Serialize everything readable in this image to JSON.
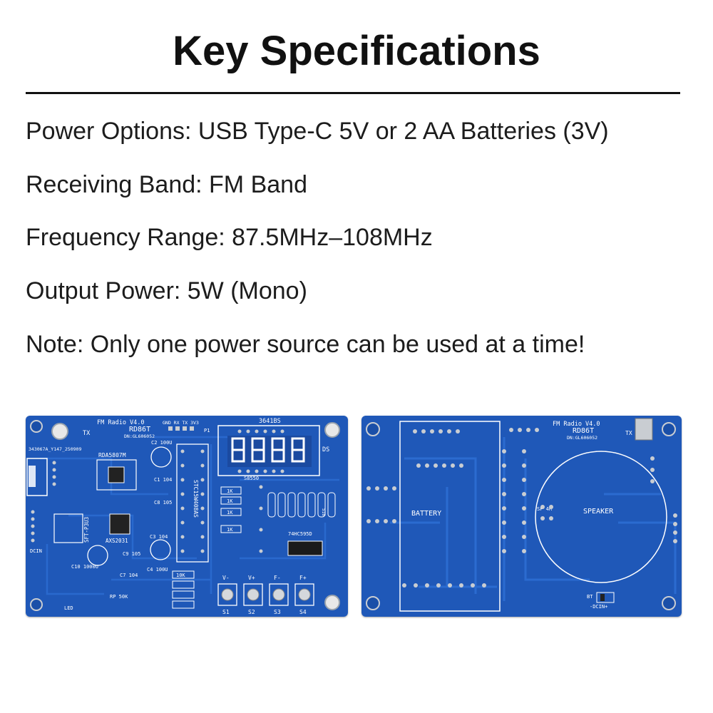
{
  "title": "Key Specifications",
  "specs": [
    "Power Options: USB Type-C 5V or 2 AA Batteries (3V)",
    "Receiving Band: FM Band",
    "Frequency Range: 87.5MHz–108MHz",
    "Output Power: 5W (Mono)",
    "Note: Only one power source can be used at a time!"
  ],
  "colors": {
    "pcb": "#1f58b8",
    "trace": "#2a69cc",
    "silk": "#ffffff",
    "pad": "#c9cdd2"
  },
  "front_board": {
    "title": "FM Radio V4.0",
    "model": "RD86T",
    "code": "DN:GL606052",
    "tx": "TX",
    "header_label": "GND RX TX 3V3",
    "header_ref": "P1",
    "serial": "343067A_Y147_250909",
    "display_part": "3641BS",
    "display_ref": "DS",
    "chip_radio": "RDA5807M",
    "chip_mcu": "STC15W408AS",
    "chip_amp": "AXS2031",
    "chip_reg": "SFT-P3U3",
    "chip_shift": "74HC595D",
    "transistor": "S8550",
    "resistor_1k": "1K",
    "resistor_10k": "10K",
    "resistor_510": "510",
    "cap_c2": "C2 100U",
    "cap_c1": "C1 104",
    "cap_c8": "C8 105",
    "cap_c3": "C3 104",
    "cap_c4": "C4 100U",
    "cap_c9": "C9 105",
    "cap_c10": "C10 1000U",
    "cap_c7": "C7 104",
    "pot": "RP 50K",
    "led": "LED",
    "dcin": "DCIN",
    "button_labels": [
      "V-",
      "V+",
      "F-",
      "F+"
    ],
    "button_refs": [
      "S1",
      "S2",
      "S3",
      "S4"
    ]
  },
  "back_board": {
    "title": "FM Radio V4.0",
    "model": "RD86T",
    "code": "DN:GL606052",
    "tx": "TX",
    "battery": "BATTERY",
    "speaker": "SPEAKER",
    "speaker_ref": "SP 4R",
    "bt": "BT",
    "dcin": "-DCIN+"
  }
}
